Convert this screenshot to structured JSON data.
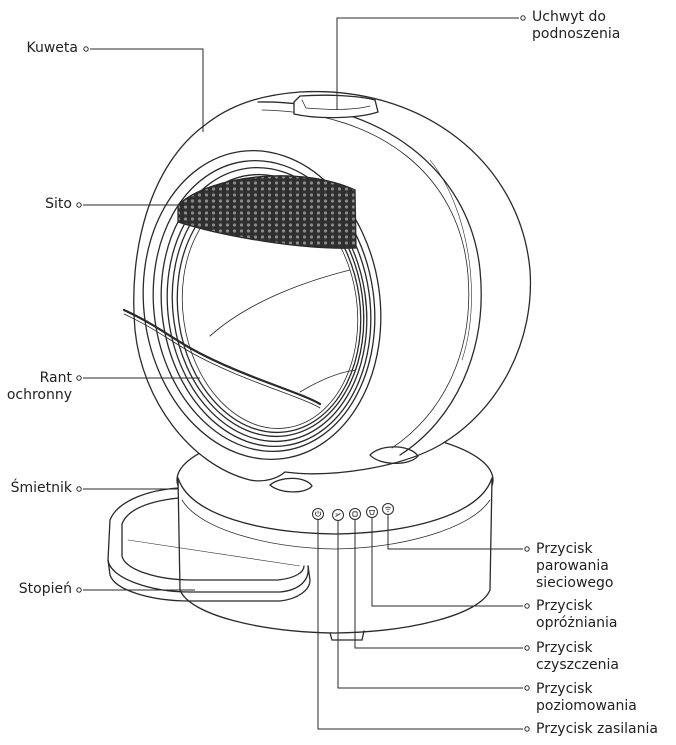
{
  "labels": {
    "kuweta": "Kuweta",
    "uchwyt": "Uchwyt do\npodnoszenia",
    "sito": "Sito",
    "rant": "Rant\nochronny",
    "smietnik": "Śmietnik",
    "stopien": "Stopień",
    "przycisk_parowania": "Przycisk\nparowania\nsieciowego",
    "przycisk_oprozniania": "Przycisk\nopróżniania",
    "przycisk_czyszczenia": "Przycisk\nczyszczenia",
    "przycisk_poziomowania": "Przycisk\npoziomowania",
    "przycisk_zasilania": "Przycisk zasilania"
  },
  "icons": {
    "power": "power-icon",
    "level": "level-icon",
    "clean": "clean-icon",
    "empty": "empty-icon",
    "wifi": "wifi-icon"
  },
  "colors": {
    "line": "#2a2a2a",
    "mesh": "#3a3a3a",
    "background": "#ffffff"
  }
}
